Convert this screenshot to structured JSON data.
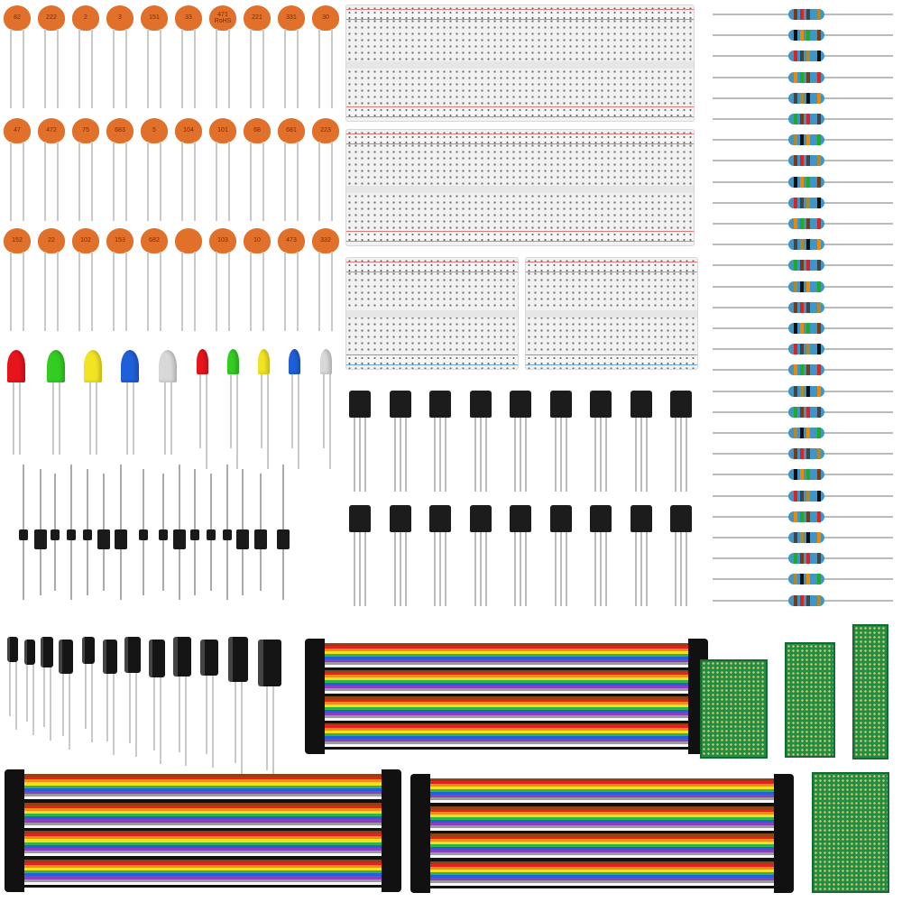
{
  "ceramic_capacitors": {
    "color": "#e0702a",
    "rows": [
      [
        "82",
        "222",
        "2",
        "3",
        "151",
        "33",
        "471 RoHS",
        "221",
        "331",
        "30"
      ],
      [
        "47",
        "472",
        "75",
        "683",
        "5",
        "104",
        "101",
        "68",
        "681",
        "223"
      ],
      [
        "152",
        "22",
        "102",
        "153",
        "682",
        "",
        "103",
        "10",
        "473",
        "332"
      ]
    ]
  },
  "leds": [
    {
      "color": "#e8141c",
      "size": "5mm"
    },
    {
      "color": "#33cc22",
      "size": "5mm"
    },
    {
      "color": "#f2e422",
      "size": "5mm"
    },
    {
      "color": "#1f5fd8",
      "size": "5mm"
    },
    {
      "color": "#d8d8d8",
      "size": "5mm"
    },
    {
      "color": "#e8141c",
      "size": "3mm"
    },
    {
      "color": "#33cc22",
      "size": "3mm"
    },
    {
      "color": "#f2e422",
      "size": "3mm"
    },
    {
      "color": "#1f5fd8",
      "size": "3mm"
    },
    {
      "color": "#d8d8d8",
      "size": "3mm"
    }
  ],
  "breadboards": {
    "large_count": 2,
    "small_count": 2
  },
  "transistors": {
    "rows": 2,
    "per_row": 9
  },
  "resistors": {
    "count": 29,
    "body_color": "#3e95c8"
  },
  "jumper_colors": [
    "#8b4513",
    "#e52020",
    "#f28c18",
    "#f4e11e",
    "#2fb34a",
    "#2060d8",
    "#8a3fc0",
    "#9a9a9a",
    "#f8f8f8",
    "#111111"
  ],
  "pcb_color": "#1f8f45"
}
